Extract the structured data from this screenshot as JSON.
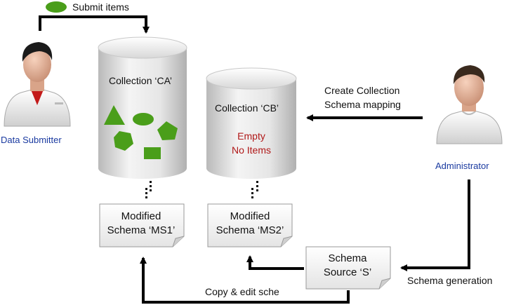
{
  "legend": {
    "submit_label": "Submit items"
  },
  "actors": {
    "submitter_label": "Data Submitter",
    "admin_label": "Administrator"
  },
  "collections": {
    "ca": {
      "title": "Collection ‘CA’"
    },
    "cb": {
      "title": "Collection ‘CB’",
      "status_line1": "Empty",
      "status_line2": "No Items"
    }
  },
  "schemas": {
    "ms1": {
      "line1": "Modified",
      "line2": "Schema ‘MS1’"
    },
    "ms2": {
      "line1": "Modified",
      "line2": "Schema ‘MS2’"
    },
    "source": {
      "line1": "Schema",
      "line2": "Source ‘S’"
    }
  },
  "edges": {
    "create_mapping_line1": "Create Collection",
    "create_mapping_line2": "Schema mapping",
    "schema_generation": "Schema generation",
    "copy_edit": "Copy & edit sche"
  },
  "colors": {
    "item_green": "#4a9e1a",
    "empty_red": "#b01818",
    "actor_blue": "#1a3aa0",
    "arrow": "#000000"
  }
}
